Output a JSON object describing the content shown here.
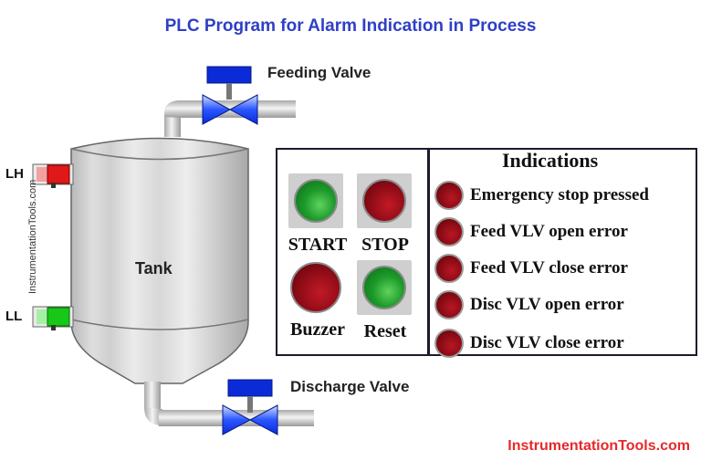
{
  "title": "PLC Program for Alarm Indication in Process",
  "feeding_valve_label": "Feeding Valve",
  "discharge_valve_label": "Discharge Valve",
  "tank_label": "Tank",
  "watermark_vertical": "InstrumentationTools.com",
  "level_high_label": "LH",
  "level_low_label": "LL",
  "buttons": [
    {
      "label": "START",
      "color": "#1d9a2a"
    },
    {
      "label": "STOP",
      "color": "#8c0b16"
    },
    {
      "label": "Buzzer",
      "color": "#8c0b16"
    },
    {
      "label": "Reset",
      "color": "#1d9a2a"
    }
  ],
  "indications_title": "Indications",
  "indications": [
    "Emergency stop pressed",
    "Feed VLV open error",
    "Feed VLV close error",
    "Disc VLV open error",
    "Disc VLV close error"
  ],
  "footer": "InstrumentationTools.com",
  "colors": {
    "title": "#2e3fc8",
    "valve_actuator": "#0a2bd6",
    "footer": "#e8282a"
  }
}
